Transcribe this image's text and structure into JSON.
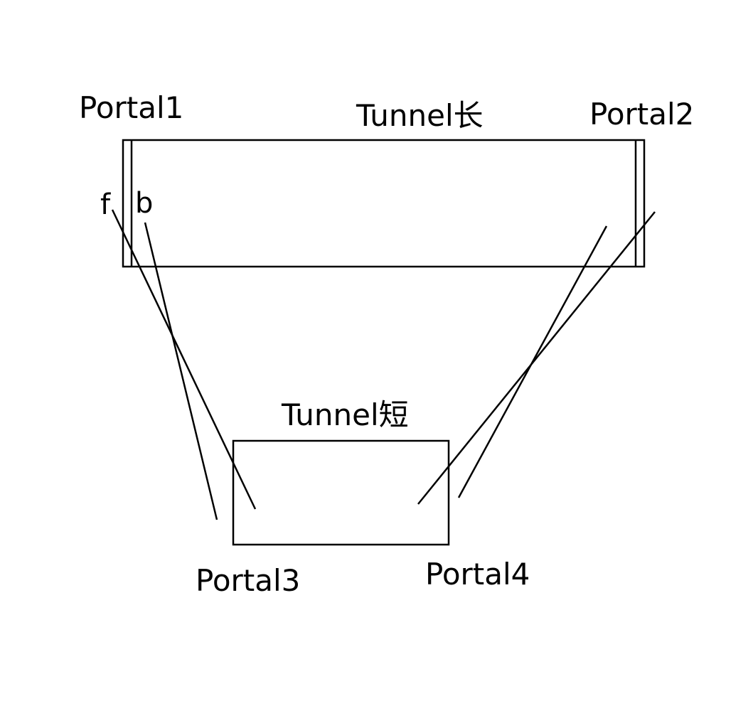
{
  "labels": {
    "portal1": "Portal1",
    "portal2": "Portal2",
    "portal3": "Portal3",
    "portal4": "Portal4",
    "tunnel_long": "Tunnel长",
    "tunnel_short": "Tunnel短",
    "front": "f",
    "back": "b"
  },
  "colors": {
    "stroke": "#000000",
    "background": "#ffffff"
  }
}
